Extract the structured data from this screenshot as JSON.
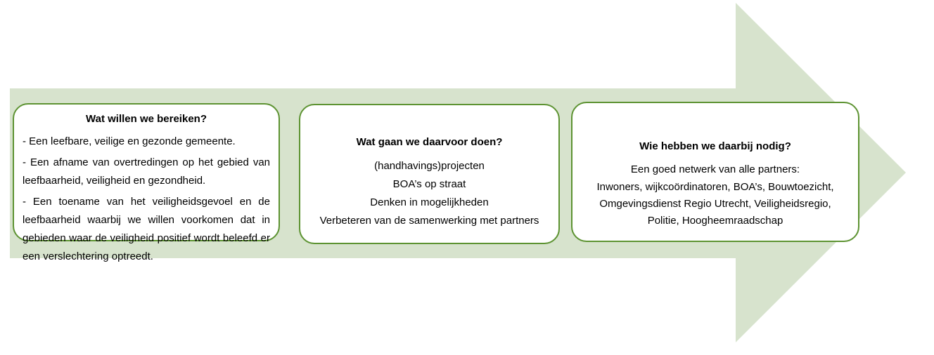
{
  "diagram": {
    "type": "process-arrow",
    "direction": "right",
    "arrow": {
      "name": "right-arrow",
      "fill_color": "#d7e3cd",
      "outline_color": "none"
    },
    "box_style": {
      "border_color": "#5d9332",
      "fill_color": "#ffffff",
      "text_color": "#000000"
    },
    "stages": [
      {
        "id": "doelen",
        "title": "Wat willen we bereiken?",
        "align": "justify",
        "paragraphs": [
          " -  Een leefbare, veilige en gezonde gemeente.",
          " -  Een afname van overtredingen op het gebied van leefbaarheid, veiligheid en gezondheid.",
          "-  Een toename van het veiligheidsgevoel en de leefbaarheid waarbij we willen voorkomen dat in gebieden waar de veiligheid positief wordt beleefd er een verslechtering optreedt."
        ]
      },
      {
        "id": "acties",
        "title": "Wat gaan we daarvoor doen?",
        "align": "center",
        "paragraphs": [
          "(handhavings)projecten",
          "BOA’s op straat",
          "Denken in mogelijkheden",
          "Verbeteren van de samenwerking met partners"
        ]
      },
      {
        "id": "partners",
        "title": "Wie hebben we daarbij nodig?",
        "align": "center",
        "paragraphs": [
          "Een goed netwerk van alle partners:",
          "Inwoners, wijkcoördinatoren, BOA’s, Bouwtoezicht,",
          "Omgevingsdienst Regio Utrecht, Veiligheidsregio,",
          "Politie, Hoogheemraadschap"
        ]
      }
    ]
  }
}
